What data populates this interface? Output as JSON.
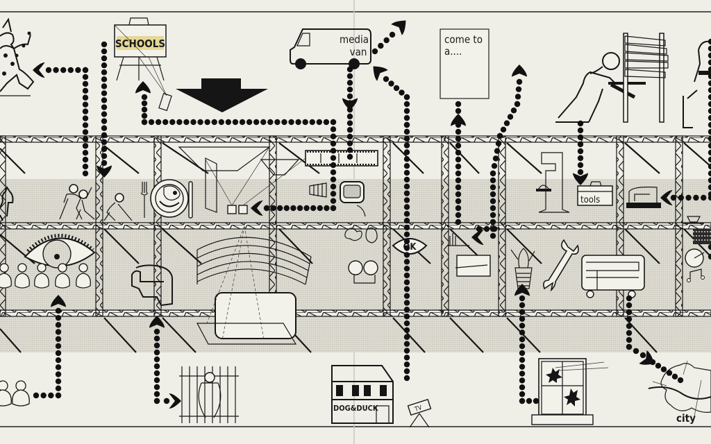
{
  "diagram": {
    "subject": "Instant City style network diagram — lattice framework with event strata and dotted flow arrows",
    "colors": {
      "paper": "#efeee7",
      "band_shade": "#d9d7cd",
      "ink": "#151515",
      "sign_yellow": "#e2d48a"
    },
    "labels": {
      "easel_sign": "SCHOOLS",
      "van_line1": "media",
      "van_line2": "van",
      "poster_line1": "come to",
      "poster_line2": "a....",
      "toolbox": "tools",
      "pub_sign": "DOG&DUCK",
      "tv_camera": "TV",
      "city": "city",
      "mouth_badge": "OK"
    },
    "top_row": [
      {
        "name": "clown",
        "icon": "clown-icon"
      },
      {
        "name": "easel-sign",
        "icon": "easel-icon"
      },
      {
        "name": "big-down-arrow",
        "icon": "arrow-down-icon"
      },
      {
        "name": "media-van",
        "icon": "van-icon"
      },
      {
        "name": "poster",
        "icon": "poster-icon"
      },
      {
        "name": "worker-building-sign",
        "icon": "worker-icon"
      },
      {
        "name": "robot-figure",
        "icon": "robot-icon"
      }
    ],
    "upper_band": [
      {
        "name": "dog",
        "icon": "dog-icon"
      },
      {
        "name": "dancers",
        "icon": "dancers-icon"
      },
      {
        "name": "plate-fork-knife",
        "icon": "dining-icon"
      },
      {
        "name": "projectors",
        "icon": "projector-icon"
      },
      {
        "name": "film-strip",
        "icon": "film-icon"
      },
      {
        "name": "tv-set",
        "icon": "tv-icon"
      },
      {
        "name": "drill-press",
        "icon": "drill-press-icon"
      },
      {
        "name": "toolbox",
        "icon": "toolbox-icon"
      },
      {
        "name": "sewing-machine",
        "icon": "sewing-machine-icon"
      },
      {
        "name": "coffee-cup",
        "icon": "cup-icon"
      }
    ],
    "lower_band": [
      {
        "name": "audience-eye",
        "icon": "eye-icon"
      },
      {
        "name": "armchair",
        "icon": "armchair-icon"
      },
      {
        "name": "screen",
        "icon": "screen-icon"
      },
      {
        "name": "flowers-glasses",
        "icon": "flowers-icon"
      },
      {
        "name": "mouth-ok",
        "icon": "mouth-icon"
      },
      {
        "name": "books-box",
        "icon": "books-icon"
      },
      {
        "name": "plunger",
        "icon": "plunger-icon"
      },
      {
        "name": "spanner",
        "icon": "wrench-icon"
      },
      {
        "name": "bus",
        "icon": "bus-icon"
      },
      {
        "name": "clock-music",
        "icon": "music-icon"
      }
    ],
    "ground_row": [
      {
        "name": "spectators",
        "icon": "people-icon"
      },
      {
        "name": "prisoner",
        "icon": "jail-icon"
      },
      {
        "name": "pub",
        "icon": "pub-icon"
      },
      {
        "name": "tv-camera",
        "icon": "camera-icon"
      },
      {
        "name": "broken-window",
        "icon": "window-icon"
      },
      {
        "name": "city-map",
        "icon": "map-icon"
      }
    ]
  }
}
